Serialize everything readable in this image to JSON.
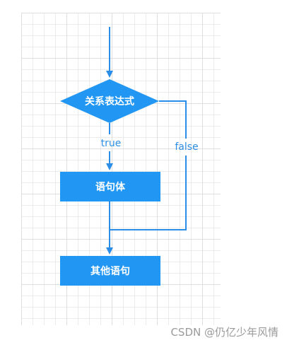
{
  "diagram": {
    "condition": "关系表达式",
    "true_label": "true",
    "false_label": "false",
    "body_statement": "语句体",
    "next_statement": "其他语句"
  },
  "colors": {
    "node_fill": "#2196f3",
    "edge": "#2a8ee8",
    "label": "#2f8fe5",
    "grid": "#ececec"
  },
  "watermark": "CSDN @仍亿少年风情"
}
